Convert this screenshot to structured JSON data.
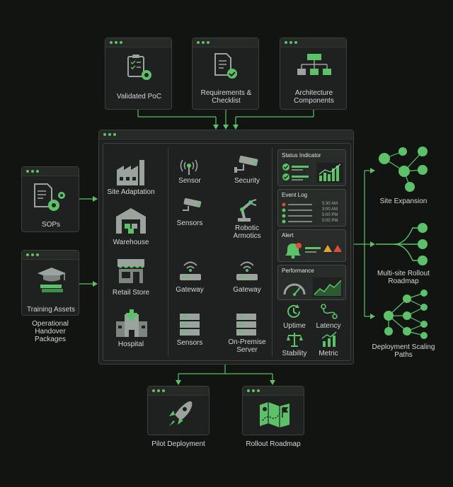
{
  "inputs": [
    {
      "label": "Validated PoC"
    },
    {
      "label": "Requirements & Checklist"
    },
    {
      "label": "Architecture Components"
    }
  ],
  "handover": {
    "sops": "SOPs",
    "training": "Training Assets",
    "caption": "Operational Handover Packages"
  },
  "sites": [
    "Site Adaptation",
    "Warehouse",
    "Retail Store",
    "Hospital"
  ],
  "network": {
    "sensor": "Sensor",
    "security": "Security",
    "sensors_top": "Sensors",
    "robotic": "Robotic Armotics",
    "gateway_left": "Gateway",
    "gateway_right": "Gateway",
    "sensors_bottom": "Sensors",
    "server": "On-Premise Server"
  },
  "status_panel": {
    "title": "Status Indicator"
  },
  "event_log": {
    "title": "Event Log",
    "times": [
      "5:30 AM",
      "3:00 AM",
      "5:00 PM",
      "5:00 PM"
    ]
  },
  "alert_panel": {
    "title": "Alert"
  },
  "performance": {
    "title": "Performance"
  },
  "metrics": [
    "Uptime",
    "Latency",
    "Stability",
    "Metric"
  ],
  "outputs": [
    "Site Expansion",
    "Multi-site Rollout Roadmap",
    "Deployment Scaling Paths"
  ],
  "bottom": [
    "Pilot Deployment",
    "Rollout Roadmap"
  ],
  "colors": {
    "accent": "#5dc16a",
    "bg": "#121412",
    "alert_red": "#e04a3a",
    "alert_amber": "#e0a43a"
  }
}
